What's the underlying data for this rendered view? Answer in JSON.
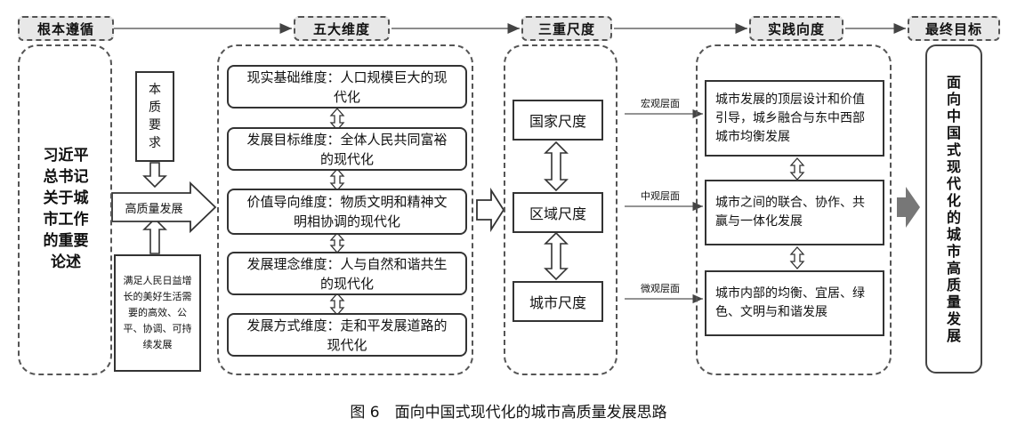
{
  "headers": {
    "logic": "根本遵循",
    "dimensions": "五大维度",
    "scales": "三重尺度",
    "practice": "实践向度",
    "goal": "最终目标"
  },
  "foundation": {
    "text": "习近平总书记关于城市工作的重要论述"
  },
  "essence": {
    "label": "本质要求",
    "core": "高质量发展",
    "detail": "满足人民日益增长的美好生活需要的高效、公平、协调、可持续发展"
  },
  "dimensions": [
    "现实基础维度：人口规模巨大的现代化",
    "发展目标维度：全体人民共同富裕的现代化",
    "价值导向维度：物质文明和精神文明相协调的现代化",
    "发展理念维度：人与自然和谐共生的现代化",
    "发展方式维度：走和平发展道路的现代化"
  ],
  "scales": [
    {
      "name": "国家尺度",
      "level": "宏观层面"
    },
    {
      "name": "区域尺度",
      "level": "中观层面"
    },
    {
      "name": "城市尺度",
      "level": "微观层面"
    }
  ],
  "practice": [
    "城市发展的顶层设计和价值引导，城乡融合与东中西部城市均衡发展",
    "城市之间的联合、协作、共赢与一体化发展",
    "城市内部的均衡、宜居、绿色、文明与和谐发展"
  ],
  "goal": {
    "text": "面向中国式现代化的城市高质量发展"
  },
  "caption": "图 6　面向中国式现代化的城市高质量发展思路"
}
